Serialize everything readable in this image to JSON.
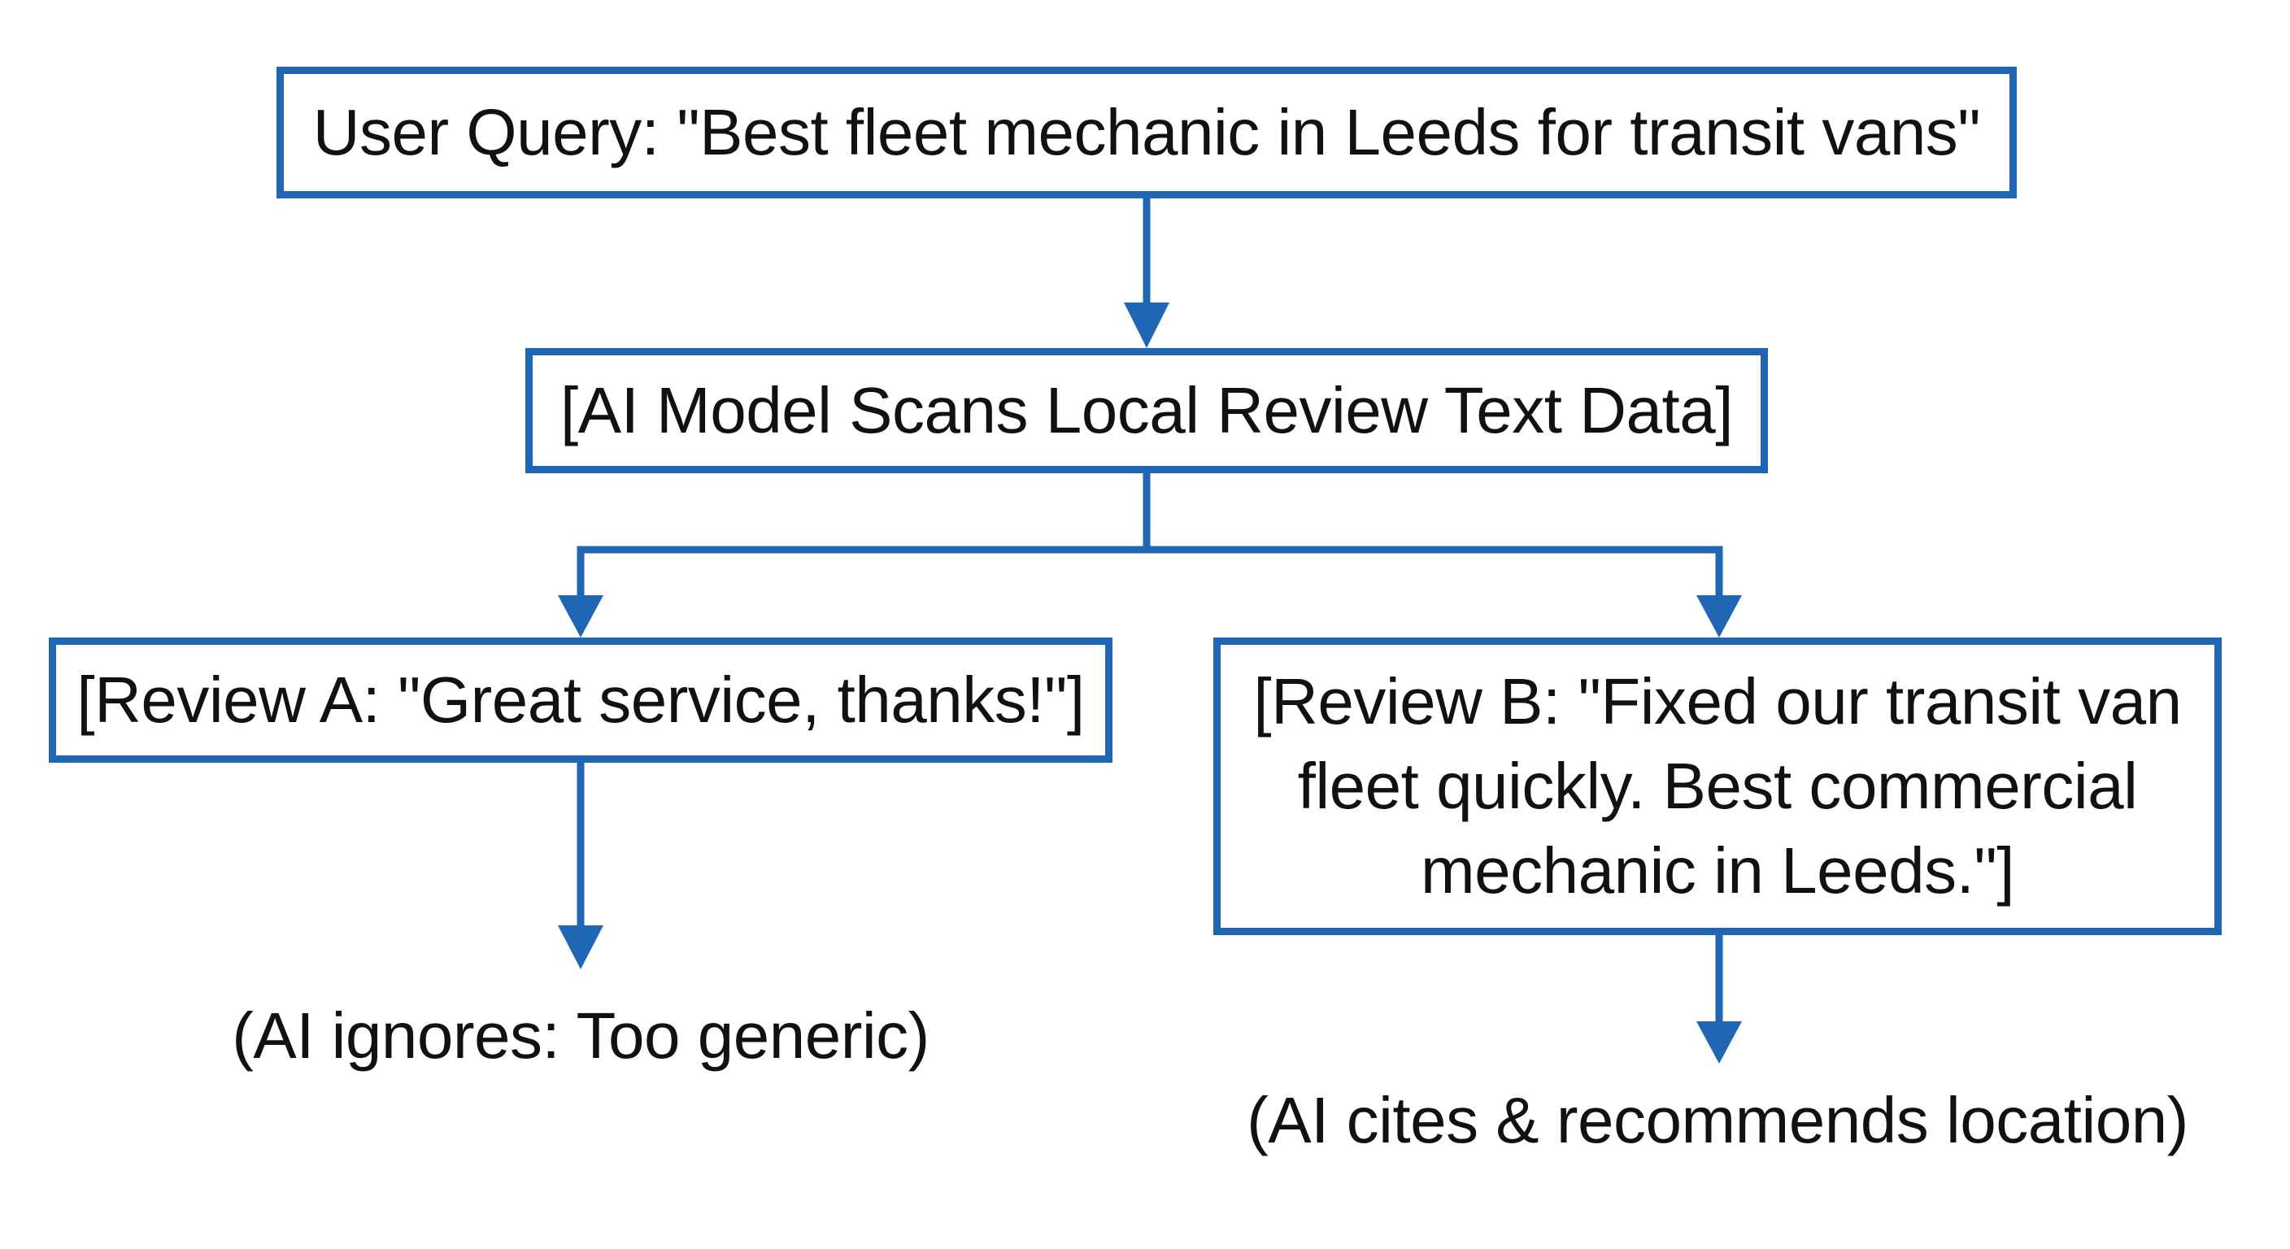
{
  "diagram": {
    "accent_color": "#1f66b4",
    "nodes": {
      "query": "User Query: \"Best fleet mechanic in Leeds for transit vans\"",
      "model": "[AI Model Scans Local Review Text Data]",
      "review_a": "[Review A: \"Great service, thanks!\"]",
      "review_b": "[Review B: \"Fixed our transit van fleet quickly. Best commercial mechanic in Leeds.\"]"
    },
    "outcomes": {
      "a": "(AI ignores: Too generic)",
      "b": "(AI cites & recommends location)"
    }
  }
}
